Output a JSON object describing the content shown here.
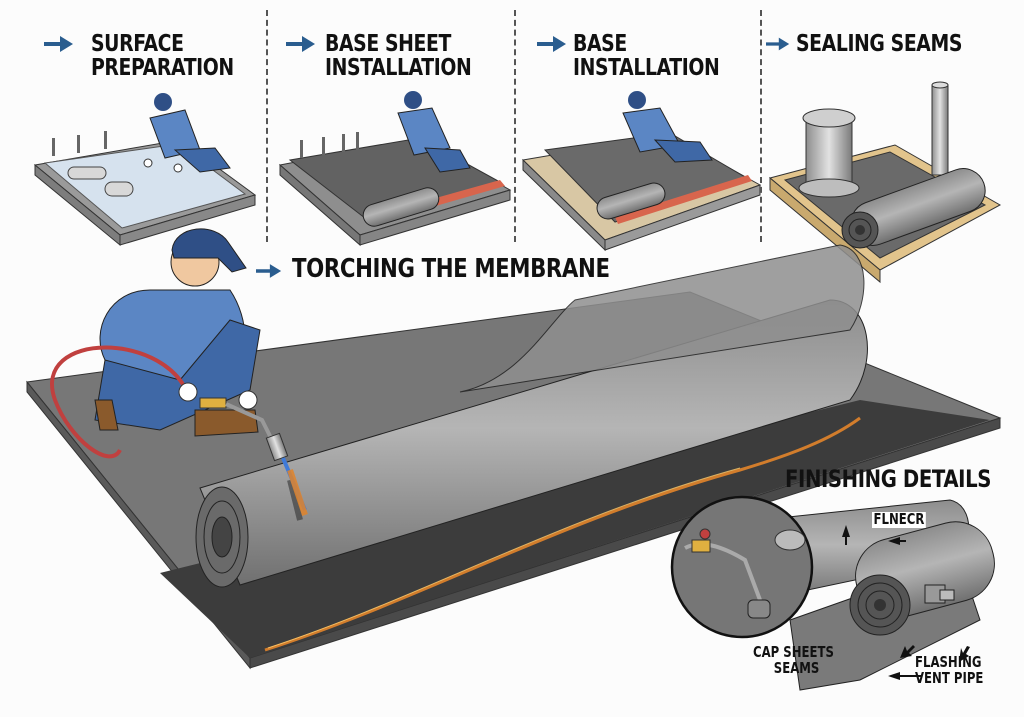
{
  "steps": [
    {
      "id": "surface-preparation",
      "title_line1": "SURFACE",
      "title_line2": "PREPARATION"
    },
    {
      "id": "base-sheet-installation",
      "title_line1": "BASE SHEET",
      "title_line2": "INSTALLATION"
    },
    {
      "id": "base-installation",
      "title_line1": "BASE",
      "title_line2": "INSTALLATION"
    },
    {
      "id": "sealing-seams",
      "title_line1": "SEALING SEAMS",
      "title_line2": ""
    }
  ],
  "main_step": {
    "title": "TORCHING THE MEMBRANE"
  },
  "finishing": {
    "title": "FINISHING DETAILS",
    "labels": {
      "flnecr": "FLNECR",
      "cap_sheets_line1": "CAP SHEETS",
      "cap_sheets_line2": "SEAMS",
      "flashing_line1": "FLASHING",
      "flashing_line2": "VENT PIPE"
    }
  },
  "colors": {
    "arrow": "#2a5d8f",
    "shirt": "#5b86c4",
    "pants": "#3f68a6",
    "cap": "#2f4f86",
    "membrane": "#6b6b6b",
    "membrane_dark": "#3c3c3c",
    "flame": "#e2842a",
    "hose": "#c0403f",
    "wood": "#e2c48c"
  }
}
